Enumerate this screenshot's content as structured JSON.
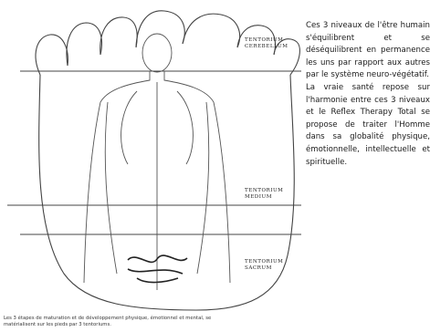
{
  "labels": {
    "cerebellum": [
      "TENTORIUM",
      "CEREBELLUM"
    ],
    "medium": [
      "TENTORIUM",
      "MEDIUM"
    ],
    "sacrum": [
      "TENTORIUM",
      "SACRUM"
    ]
  },
  "side_text": {
    "paragraph_1": "Ces 3 niveaux de l'être humain s'équilibrent et se déséquilibrent en permanence les uns par rapport aux autres par le système neuro-végétatif.",
    "paragraph_2": "La vraie santé repose sur l'harmonie entre ces 3 niveaux et le Reflex Therapy Total se propose de traiter l'Homme dans sa globalité physique, émotionnelle, intellectuelle et spirituelle."
  },
  "caption": [
    "Les 3 étapes de maturation et de développement physique, émotionnel et mental, se",
    "matérialisent sur les pieds par 3 tentoriums."
  ]
}
